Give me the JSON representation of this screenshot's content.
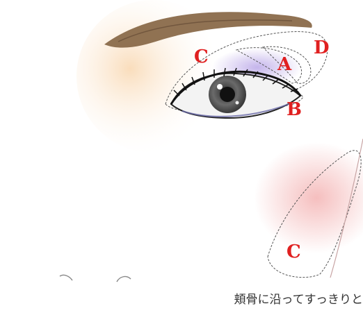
{
  "zones": {
    "c_upper": "C",
    "a": "A",
    "d": "D",
    "b": "B",
    "c_cheek": "C"
  },
  "caption": "頬骨に沿ってすっきりと",
  "colors": {
    "label_red": "#e02020",
    "brow_brown": "#8a6a4a",
    "cheek_blush": "#f4b8b8",
    "eyeshadow_lavender": "#b9a6e0",
    "skin_peach": "#f7d9b8"
  },
  "icons": [
    "eyebrow",
    "eye",
    "nose",
    "cheek-contour"
  ]
}
